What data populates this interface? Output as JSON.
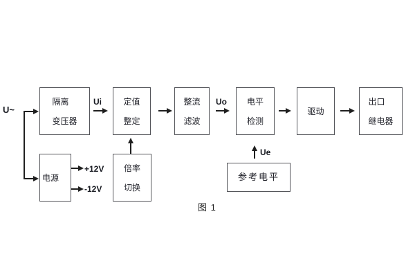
{
  "figure_caption": "图 1",
  "diagram": {
    "input_label": "U~",
    "signals": {
      "ui": "Ui",
      "uo": "Uo",
      "ue": "Ue"
    },
    "power_rails": {
      "positive": "+12V",
      "negative": "-12V"
    },
    "blocks": [
      {
        "id": "isolation-transformer",
        "lines": [
          "隔离",
          "变压器"
        ]
      },
      {
        "id": "setting-adjustment",
        "lines": [
          "定值",
          "整定"
        ]
      },
      {
        "id": "rectifier-filter",
        "lines": [
          "整流",
          "滤波"
        ]
      },
      {
        "id": "level-detection",
        "lines": [
          "电平",
          "检测"
        ]
      },
      {
        "id": "driver",
        "lines": [
          "驱动"
        ]
      },
      {
        "id": "output-relay",
        "lines": [
          "出口",
          "继电器"
        ]
      },
      {
        "id": "power-supply",
        "lines": [
          "电源"
        ]
      },
      {
        "id": "ratio-switching",
        "lines": [
          "倍率",
          "切换"
        ]
      },
      {
        "id": "reference-level",
        "lines": [
          "参考电平"
        ]
      }
    ]
  }
}
